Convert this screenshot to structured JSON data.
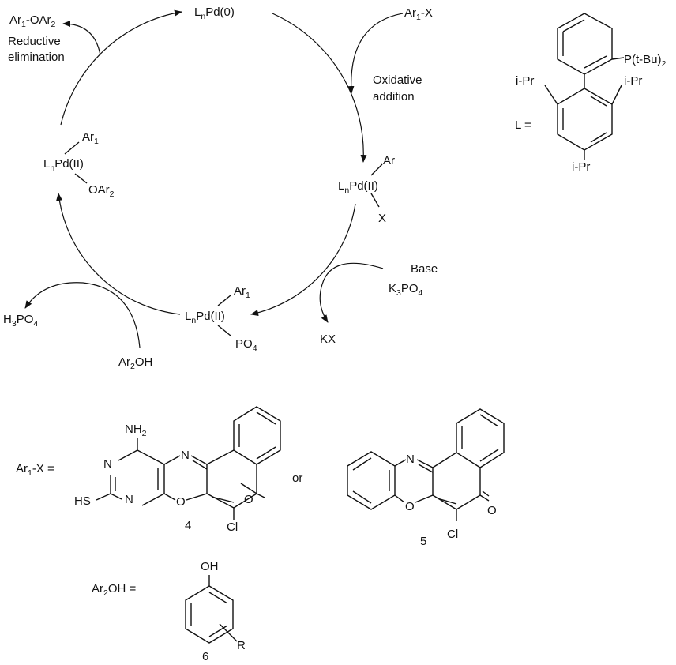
{
  "cycle": {
    "pd0": {
      "base": "L",
      "sub": "n",
      "rest": "Pd(0)"
    },
    "oxidative_addition": {
      "line1": "Oxidative",
      "line2": "addition"
    },
    "reductive_elimination": {
      "line1": "Reductive",
      "line2": "elimination"
    },
    "reagent_arx": {
      "base": "Ar",
      "sub": "1",
      "rest": "-X"
    },
    "product": {
      "a": "Ar",
      "a_sub": "1",
      "b": "-OAr",
      "b_sub": "2"
    },
    "int_right": {
      "base": "L",
      "sub": "n",
      "rest": "Pd(II)",
      "top": "Ar",
      "bottom": "X"
    },
    "int_bottom": {
      "base": "L",
      "sub": "n",
      "rest": "Pd(II)",
      "top": "Ar",
      "top_sub": "1",
      "bottom": "PO",
      "bottom_sub": "4"
    },
    "int_left": {
      "base": "L",
      "sub": "n",
      "rest": "Pd(II)",
      "top": "Ar",
      "top_sub": "1",
      "bottom": "OAr",
      "bottom_sub": "2"
    },
    "base_label": "Base",
    "k3po4": {
      "a": "K",
      "a_sub": "3",
      "b": "PO",
      "b_sub": "4"
    },
    "kx": "KX",
    "h3po4": {
      "a": "H",
      "a_sub": "3",
      "b": "PO",
      "b_sub": "4"
    },
    "ar2oh": {
      "a": "Ar",
      "a_sub": "2",
      "b": "OH"
    }
  },
  "ligand": {
    "label": "L =",
    "phosphine": {
      "a": "P(t-Bu)",
      "a_sub": "2"
    },
    "ipr": "i-Pr"
  },
  "compounds": {
    "arx_label": {
      "a": "Ar",
      "a_sub": "1",
      "b": "-X  ="
    },
    "or": "or",
    "c4": {
      "number": "4",
      "nh2": {
        "a": "NH",
        "a_sub": "2"
      },
      "hs": "HS",
      "n": "N",
      "o": "O",
      "cl": "Cl"
    },
    "c5": {
      "number": "5",
      "n": "N",
      "o": "O",
      "cl": "Cl"
    },
    "ar2oh_label": {
      "a": "Ar",
      "a_sub": "2",
      "b": "OH  ="
    },
    "c6": {
      "number": "6",
      "oh": "OH",
      "r": "R"
    }
  }
}
